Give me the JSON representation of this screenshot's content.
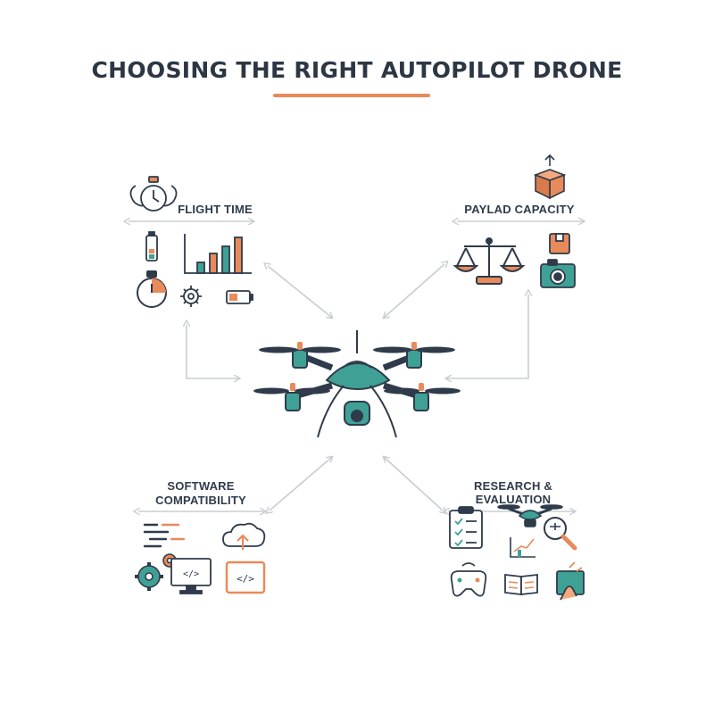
{
  "title": "CHOOSING THE RIGHT AUTOPILOT DRONE",
  "colors": {
    "teal": "#3fa196",
    "orange": "#e98a5a",
    "navy": "#2f3b4b",
    "gray": "#c9cdd2"
  },
  "factors": {
    "flight_time": {
      "label": "FLIGHT TIME",
      "icons": [
        "winged-stopwatch-icon",
        "battery-icon",
        "bar-chart-icon",
        "stopwatch-icon",
        "gear-icon",
        "battery-low-icon"
      ]
    },
    "payload": {
      "label": "PAYLAD CAPACITY",
      "icons": [
        "package-icon",
        "balance-scale-icon",
        "box-icon",
        "camera-icon"
      ]
    },
    "software": {
      "label_line1": "SOFTWARE",
      "label_line2": "COMPATIBILITY",
      "icons": [
        "code-lines-icon",
        "cloud-upload-icon",
        "gears-icon",
        "monitor-code-icon",
        "tablet-code-icon"
      ]
    },
    "research": {
      "label": "RESEARCH & EVALUATION",
      "icons": [
        "checklist-icon",
        "drone-icon",
        "magnifier-icon",
        "chart-icon",
        "controller-icon",
        "book-icon",
        "touch-screen-icon"
      ]
    }
  }
}
